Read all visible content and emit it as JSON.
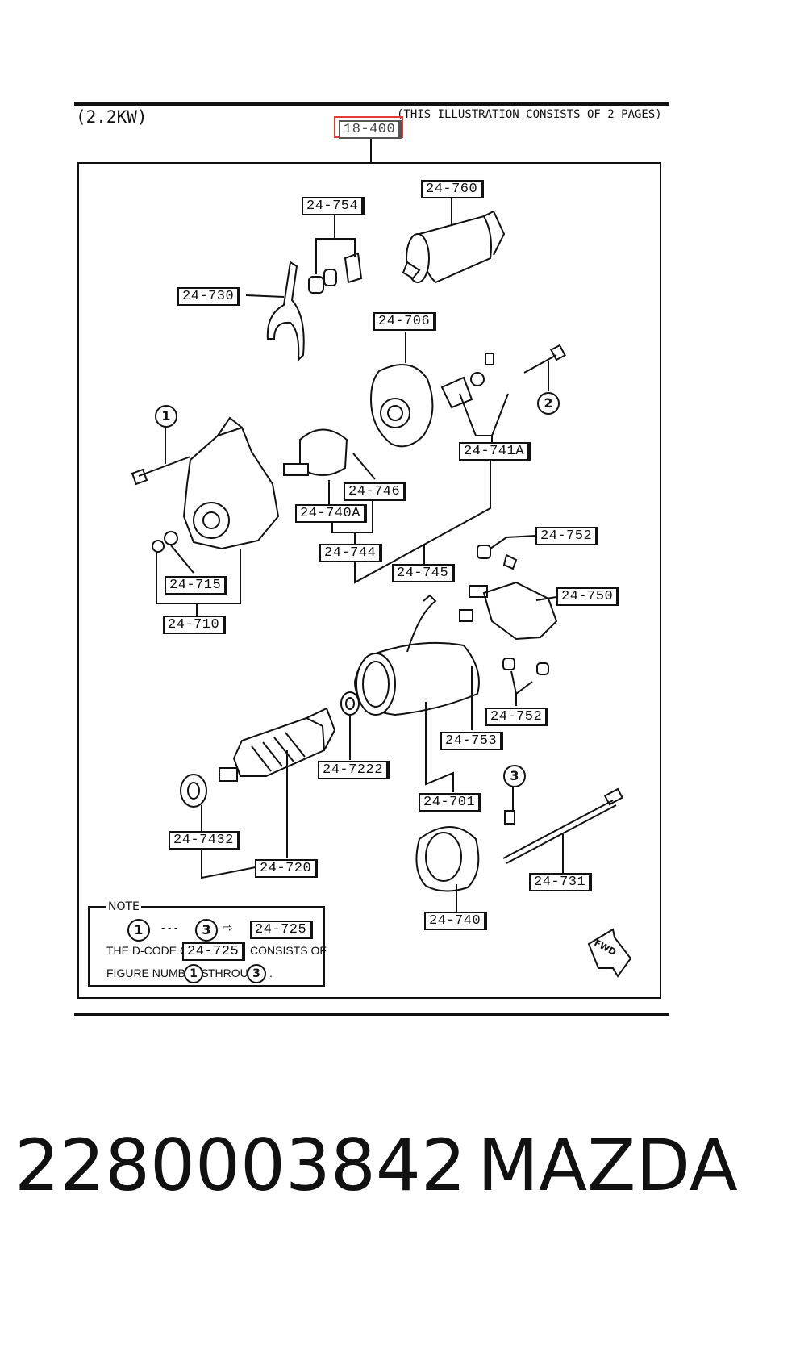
{
  "header": {
    "rating": "(2.2KW)",
    "illustration_note": "(THIS ILLUSTRATION CONSISTS OF  2 PAGES)",
    "page_code": "18-400",
    "highlight_color": "#e53935"
  },
  "parts": {
    "p24_760": "24-760",
    "p24_754": "24-754",
    "p24_730": "24-730",
    "p24_706": "24-706",
    "p24_741A": "24-741A",
    "p24_746": "24-746",
    "p24_740A": "24-740A",
    "p24_744": "24-744",
    "p24_745": "24-745",
    "p24_715": "24-715",
    "p24_710": "24-710",
    "p24_752a": "24-752",
    "p24_750": "24-750",
    "p24_752b": "24-752",
    "p24_753": "24-753",
    "p24_7222": "24-7222",
    "p24_701": "24-701",
    "p24_7432": "24-7432",
    "p24_720": "24-720",
    "p24_731": "24-731",
    "p24_740": "24-740"
  },
  "callouts": {
    "one": "1",
    "two": "2",
    "three": "3"
  },
  "note": {
    "heading": "NOTE",
    "range_from": "1",
    "range_dots": "- - -",
    "range_to": "3",
    "arrow": "⇨",
    "range_code": "24-725",
    "line2_pre": "THE D-CODE OF",
    "line2_code": "24-725",
    "line2_post": "CONSISTS OF",
    "line3_pre": "FIGURE NUMBERS",
    "line3_n1": "1",
    "line3_mid": "THROUGH",
    "line3_n3": "3",
    "line3_end": "."
  },
  "fwd_label": "FWD",
  "footer": {
    "part_number": "2280003842",
    "brand": "MAZDA"
  }
}
